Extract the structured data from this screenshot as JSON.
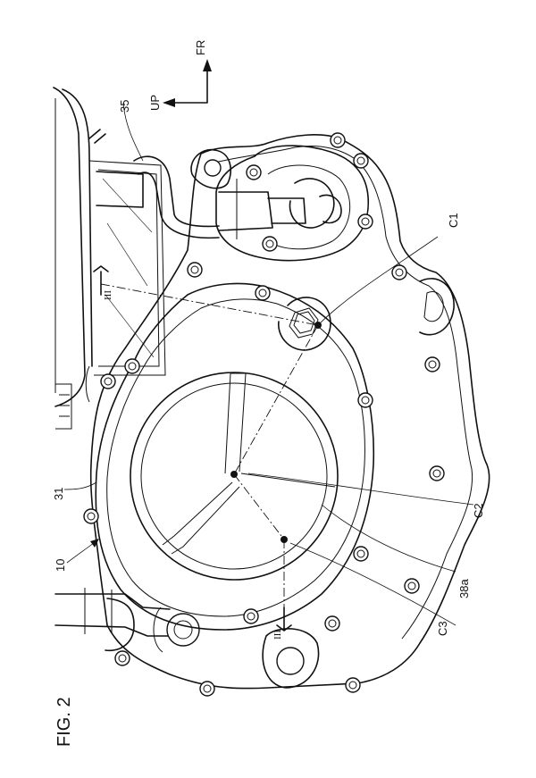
{
  "figure": {
    "title": "FIG. 2"
  },
  "directions": {
    "up": "UP",
    "front": "FR"
  },
  "labels": {
    "ref_10": "10",
    "ref_31": "31",
    "ref_35": "35",
    "ref_38a": "38a",
    "c1": "C1",
    "c2": "C2",
    "c3": "C3",
    "section_top": "III",
    "section_bottom": "III"
  }
}
